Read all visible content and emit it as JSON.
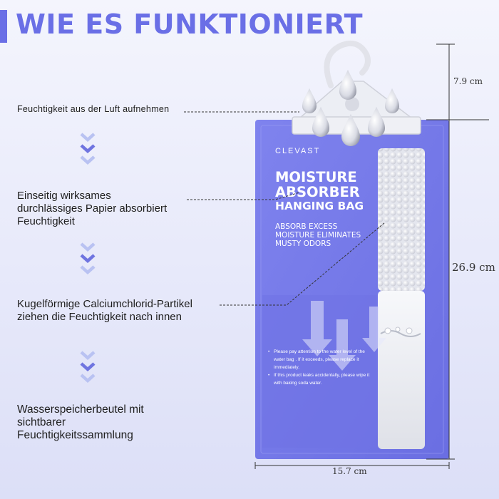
{
  "title": "WIE ES FUNKTIONIERT",
  "steps": [
    {
      "lines": [
        "Feuchtigkeit aus der Luft aufnehmen"
      ]
    },
    {
      "lines": [
        "Einseitig wirksames",
        "durchlässiges Papier absorbiert",
        "Feuchtigkeit"
      ]
    },
    {
      "lines": [
        "Kugelförmige Calciumchlorid-Partikel",
        "ziehen die Feuchtigkeit nach innen"
      ]
    },
    {
      "lines": [
        "Wasserspeicherbeutel mit",
        "sichtbarer",
        "Feuchtigkeitssammlung"
      ]
    }
  ],
  "dimensions": {
    "hook_height": "7.9 cm",
    "bag_height": "26.9 cm",
    "bag_width": "15.7 cm"
  },
  "product": {
    "brand": "CLEVAST",
    "title_lines": [
      "MOISTURE",
      "ABSORBER",
      "HANGING BAG"
    ],
    "subtitle_lines": [
      "ABSORB EXCESS",
      "MOISTURE ELIMINATES",
      "MUSTY ODORS"
    ],
    "notes": [
      "Please pay attention to the water level of the water bag . If it exceeds, please replace it immediately.",
      "If this product leaks accidentally, please wipe it with baking soda water."
    ]
  },
  "colors": {
    "accent": "#6a6fe6",
    "bag": "#7478e8",
    "chevron_light": "#b9c2f2",
    "chevron_dark": "#6f74e0"
  },
  "icons": [
    "chevron-down-icon",
    "water-drop-icon",
    "hanger-icon",
    "arrow-down-icon"
  ]
}
